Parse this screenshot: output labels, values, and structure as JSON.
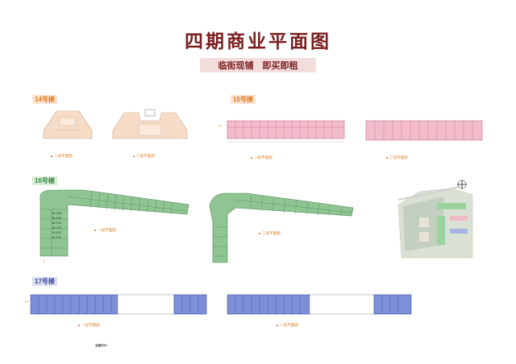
{
  "header": {
    "title": "四期商业平面图",
    "subtitle": "临街现铺　即买即租"
  },
  "buildings": [
    {
      "tag": "14号楼",
      "floors": [
        "一层平面图",
        "二层平面图"
      ]
    },
    {
      "tag": "15号楼",
      "floors": [
        "一层平面图",
        "二层平面图"
      ]
    },
    {
      "tag": "16号楼",
      "floors": [
        "一层平面图",
        "二层平面图"
      ]
    },
    {
      "tag": "17号楼",
      "floors": [
        "一层平面图",
        "二层平面图"
      ]
    }
  ],
  "units_16": [
    "16-106",
    "16-105",
    "16-104",
    "16-103",
    "16-102",
    "16-101"
  ],
  "footnote_label": "温馨提示：",
  "colors": {
    "title": "#7a1e1e",
    "b14": "#f6dcc7",
    "b15": "#ee9db3",
    "b16": "#8fc593",
    "b17": "#7d8fd6",
    "accent": "#e07d24"
  }
}
